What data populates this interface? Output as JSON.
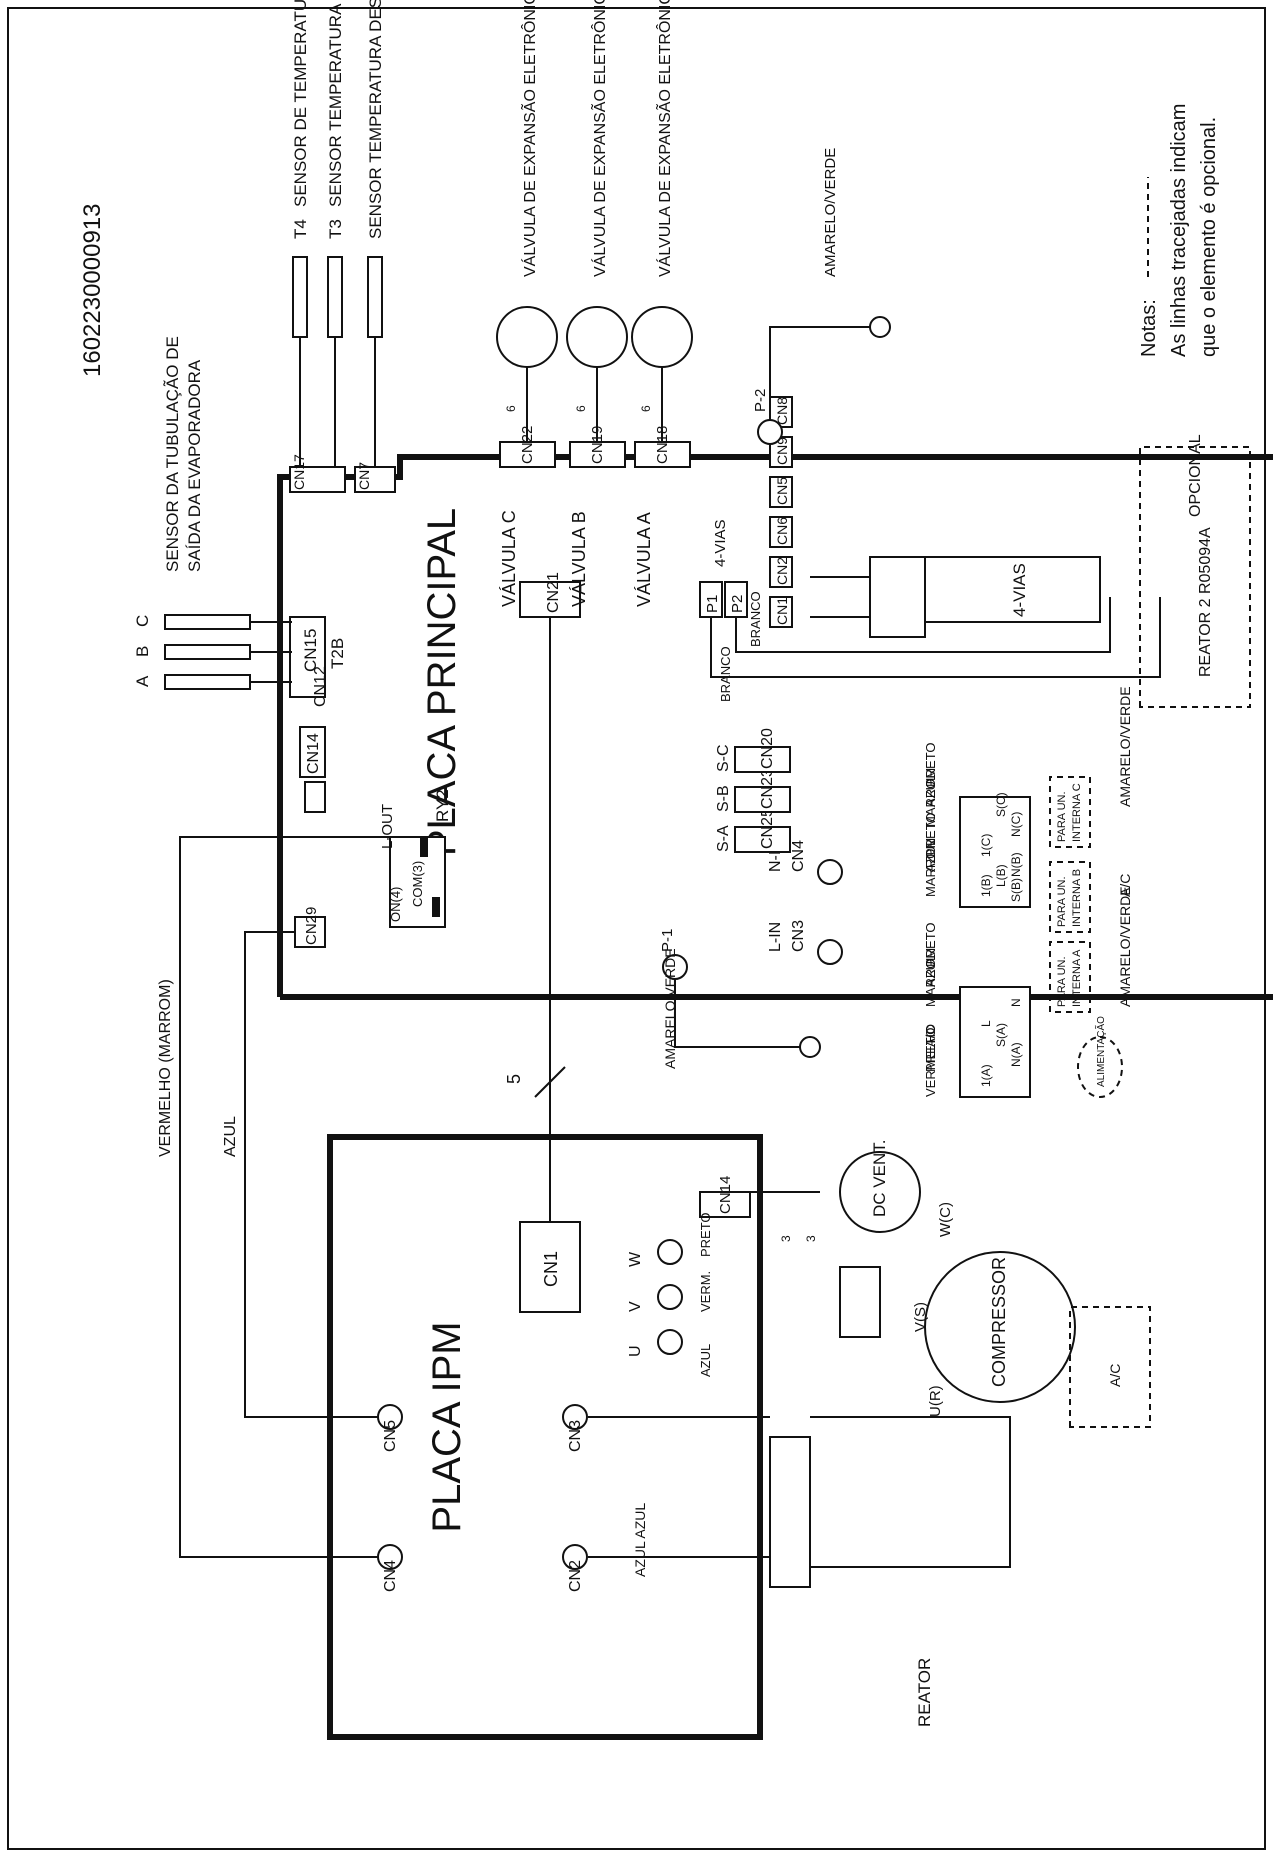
{
  "document_id": "1602230000913",
  "boards": {
    "main": "PLACA PRINCIPAL",
    "ipm": "PLACA IPM"
  },
  "sensors": {
    "t2b_title_1": "SENSOR DA TUBULAÇÃO DE",
    "t2b_title_2": "SAÍDA DA EVAPORADORA",
    "t2b_letters": [
      "A",
      "B",
      "C"
    ],
    "t2b_code": "T2B",
    "t4_code": "T4",
    "t4_label": "SENSOR DE TEMPERATURA AMBIENTE",
    "t3_code": "T3",
    "t3_label": "SENSOR TEMPERATURA CONDENSADOR",
    "discharge_label": "SENSOR TEMPERATURA DESCARGA"
  },
  "valves": [
    {
      "coil": "VÁLVULA DE EXPANSÃO ELETRÔNICA",
      "name": "VÁLVULA C",
      "connector": "CN22",
      "pins": "6"
    },
    {
      "coil": "VÁLVULA DE EXPANSÃO ELETRÔNICA",
      "name": "VÁLVULA B",
      "connector": "CN19",
      "pins": "6"
    },
    {
      "coil": "VÁLVULA DE EXPANSÃO ELETRÔNICA",
      "name": "VÁLVULA A",
      "connector": "CN18",
      "pins": "6"
    }
  ],
  "connectors": {
    "cn15": "CN15",
    "cn17": "CN17",
    "cn7": "CN7",
    "cn12": "CN12",
    "cn14_main": "CN14",
    "cn21": "CN21",
    "cn29": "CN29",
    "cn20": "CN20",
    "cn23": "CN23",
    "cn25": "CN25",
    "cn4_main": "CN4",
    "cn3_main": "CN3",
    "cn6": "CN6",
    "cn5_main": "CN5",
    "cn9": "CN9",
    "cn8": "CN8",
    "cn1_main": "CN1",
    "cn2_main": "CN2",
    "p1": "P1",
    "p2": "P2",
    "p1_ground": "P-1",
    "p2_ground": "P-2",
    "s_c": "S-C",
    "s_b": "S-B",
    "s_a": "S-A",
    "n_in": "N-IN",
    "l_in": "L-IN",
    "ry2": "RY2",
    "l_out": "L-OUT",
    "on4": "ON(4)",
    "com3": "COM(3)",
    "four_vias_pin": "4-VIAS"
  },
  "ipm_connectors": {
    "cn1": "CN1",
    "cn14": "CN14",
    "cn5": "CN5",
    "cn4": "CN4",
    "cn3": "CN3",
    "cn2": "CN2",
    "u": "U",
    "v": "V",
    "w": "W"
  },
  "wire_labels": {
    "amarelo_verde": "AMARELO/VERDE",
    "branco": "BRANCO",
    "preto": "PRETO",
    "azul": "AZUL",
    "marrom": "MARROM",
    "vermelho": "VERMELHO",
    "verm": "VERM.",
    "ac": "A/C",
    "vermelho_marrom": "VERMELHO (MARROM)",
    "azul_azul": "AZUL AZUL",
    "five": "5",
    "three_a": "3",
    "three_b": "3"
  },
  "components": {
    "four_vias": "4-VIAS",
    "reator2": "REATOR 2 R05094A",
    "opcional": "OPCIONAL",
    "dc_vent_1": "DC VENT.",
    "compressor": "COMPRESSOR",
    "comp_w": "W(C)",
    "comp_v": "V(S)",
    "comp_u": "U(R)",
    "reator": "REATOR",
    "alimentacao": "ALIMENTAÇÃO"
  },
  "terminal_blocks": {
    "upper_labels": [
      "1(C)",
      "N(C)",
      "S(C)",
      "1(B)",
      "N(B)",
      "S(B)",
      "L(B)"
    ],
    "para_c_1": "PARA UN.",
    "para_c_2": "INTERNA C",
    "para_b_1": "PARA UN.",
    "para_b_2": "INTERNA B",
    "para_a_1": "PARA UN.",
    "para_a_2": "INTERNA A",
    "lower_labels": [
      "1(A)",
      "N(A)",
      "S(A)",
      "L",
      "N"
    ]
  },
  "notes": {
    "title": "Notas:",
    "line1": "As linhas tracejadas indicam",
    "line2": "que o elemento é opcional."
  }
}
